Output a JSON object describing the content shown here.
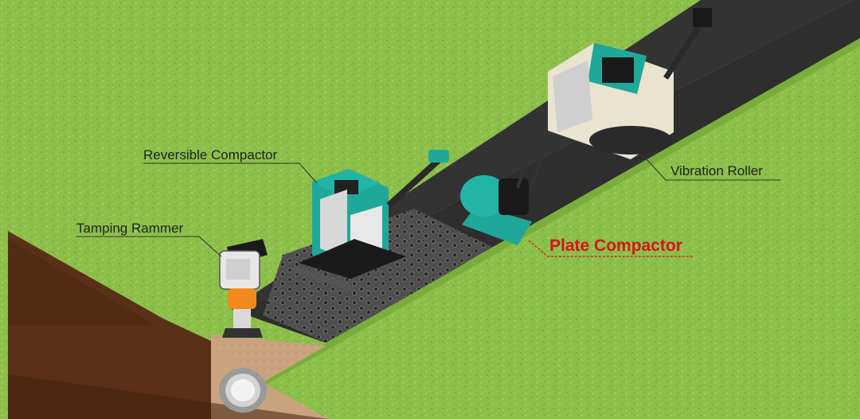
{
  "labels": {
    "tamping_rammer": "Tamping Rammer",
    "reversible_compactor": "Reversible Compactor",
    "vibration_roller": "Vibration Roller",
    "plate_compactor": "Plate Compactor"
  },
  "colors": {
    "grass": "#8cbf4a",
    "asphalt": "#2e2e2e",
    "soil_dark": "#5b3018",
    "soil_light": "#c9a37e",
    "gravel": "#5a5a5a",
    "machine_teal": "#1fa89a",
    "highlight": "#d6121c"
  }
}
